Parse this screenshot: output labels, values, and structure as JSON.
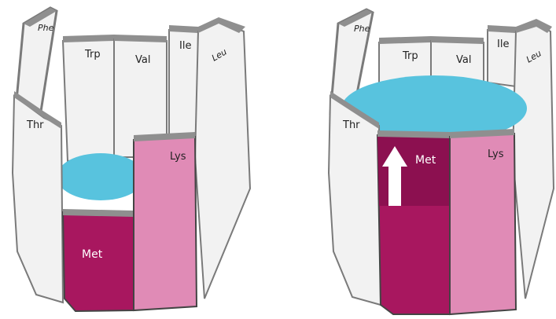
{
  "figure": {
    "barrels": [
      {
        "id": "left",
        "staves": {
          "phe": "Phe",
          "trp": "Trp",
          "val": "Val",
          "ile": "Ile",
          "leu": "Leu",
          "thr": "Thr",
          "lys": "Lys",
          "met": "Met"
        },
        "water_level": "low"
      },
      {
        "id": "right",
        "staves": {
          "phe": "Phe",
          "trp": "Trp",
          "val": "Val",
          "ile": "Ile",
          "leu": "Leu",
          "thr": "Thr",
          "lys": "Lys",
          "met": "Met"
        },
        "water_level": "high",
        "arrow": "up-arrow"
      }
    ],
    "colors": {
      "stave_fill": "#f2f2f2",
      "stave_edge": "#7a7a7a",
      "rim": "#8f8f8f",
      "met": "#a8175f",
      "met_dark": "#8c1050",
      "lys": "#e08bb6",
      "water": "#58c3de",
      "water_dark": "#2ea9cc"
    }
  }
}
